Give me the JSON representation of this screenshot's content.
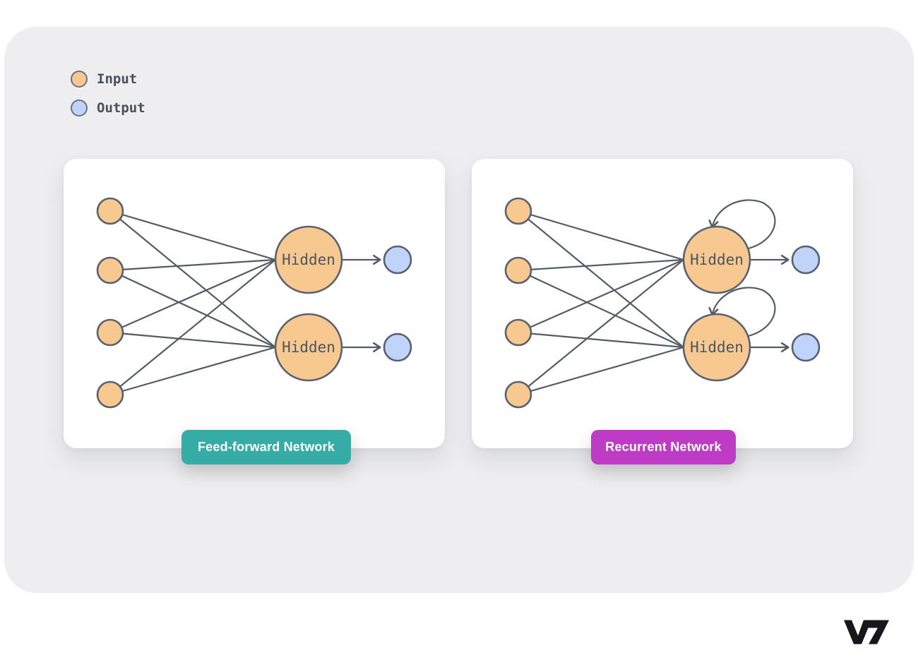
{
  "page": {
    "background": "#FFFFFF",
    "panel_background": "#EEEEF0"
  },
  "legend": {
    "items": [
      {
        "label": "Input",
        "swatch_color": "#F8C891"
      },
      {
        "label": "Output",
        "swatch_color": "#C0D4F9"
      }
    ]
  },
  "diagrams": [
    {
      "type": "feed-forward",
      "title_badge": "Feed-forward Network",
      "badge_color": "#35ACA6",
      "input_count": 4,
      "output_count": 2,
      "hidden_nodes": [
        {
          "label": "Hidden"
        },
        {
          "label": "Hidden"
        }
      ],
      "self_loops": false
    },
    {
      "type": "recurrent",
      "title_badge": "Recurrent Network",
      "badge_color": "#BE3BC5",
      "input_count": 4,
      "output_count": 2,
      "hidden_nodes": [
        {
          "label": "Hidden"
        },
        {
          "label": "Hidden"
        }
      ],
      "self_loops": true
    }
  ],
  "node_colors": {
    "input_fill": "#F8C891",
    "output_fill": "#C0D4F9",
    "node_stroke": "#5A616E",
    "edge_color": "#555B65"
  },
  "branding": {
    "logo_text": "V7",
    "logo_color": "#17171B"
  }
}
